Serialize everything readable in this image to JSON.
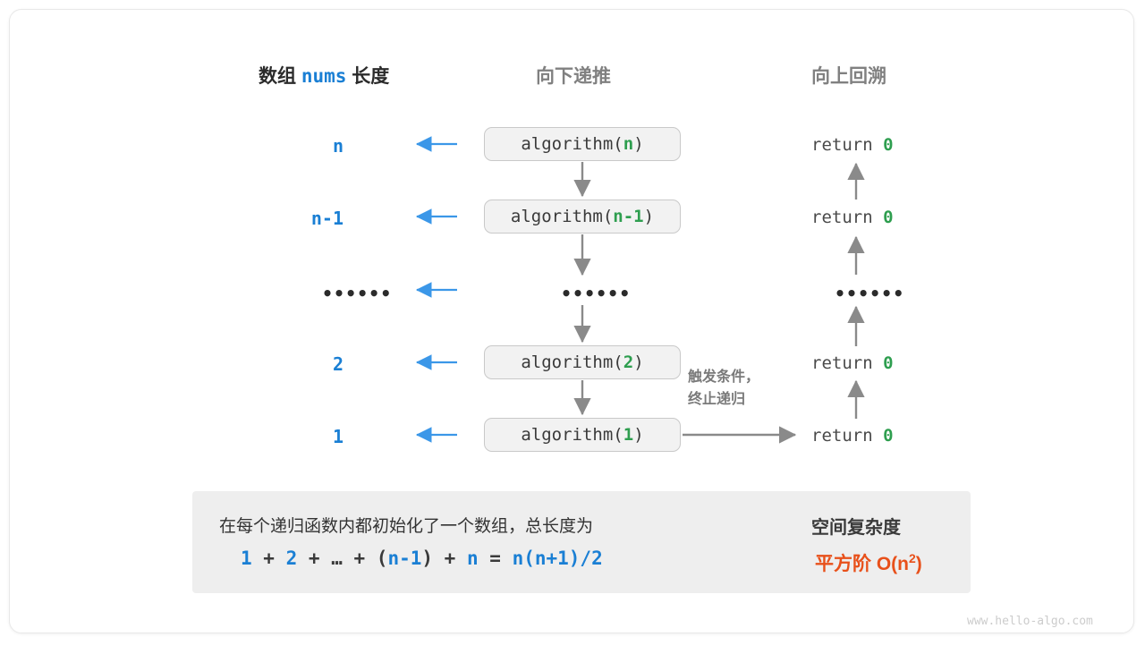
{
  "headers": {
    "left_prefix": "数组",
    "left_code": "nums",
    "left_suffix": "长度",
    "middle": "向下递推",
    "right": "向上回溯"
  },
  "rows": [
    {
      "size": "n",
      "call_prefix": "algorithm(",
      "call_arg": "n",
      "call_suffix": ")",
      "ret_text": "return ",
      "ret_value": "0"
    },
    {
      "size": "n-1",
      "call_prefix": "algorithm(",
      "call_arg": "n-1",
      "call_suffix": ")",
      "ret_text": "return ",
      "ret_value": "0"
    },
    {
      "size": "••••••",
      "call_prefix": "••••••",
      "call_arg": "",
      "call_suffix": "",
      "ret_text": "••••••",
      "ret_value": ""
    },
    {
      "size": "2",
      "call_prefix": "algorithm(",
      "call_arg": "2",
      "call_suffix": ")",
      "ret_text": "return ",
      "ret_value": "0"
    },
    {
      "size": "1",
      "call_prefix": "algorithm(",
      "call_arg": "1",
      "call_suffix": ")",
      "ret_text": "return ",
      "ret_value": "0"
    }
  ],
  "annotation": {
    "line1": "触发条件，",
    "line2": "终止递归"
  },
  "summary": {
    "description": "在每个递归函数内都初始化了一个数组，总长度为",
    "formula_tokens": [
      {
        "t": "1",
        "k": "b"
      },
      {
        "t": " + ",
        "k": "op"
      },
      {
        "t": "2",
        "k": "b"
      },
      {
        "t": " + ",
        "k": "op"
      },
      {
        "t": "…",
        "k": "op"
      },
      {
        "t": " + ",
        "k": "op"
      },
      {
        "t": "(",
        "k": "op"
      },
      {
        "t": "n-1",
        "k": "b"
      },
      {
        "t": ")",
        "k": "op"
      },
      {
        "t": " + ",
        "k": "op"
      },
      {
        "t": "n",
        "k": "b"
      },
      {
        "t": " = ",
        "k": "op"
      },
      {
        "t": "n(n+1)/2",
        "k": "b"
      }
    ],
    "result_title": "空间复杂度",
    "result_prefix": "平方阶 ",
    "result_notation": "O(n",
    "result_exponent": "2",
    "result_close": ")"
  },
  "watermark": "www.hello-algo.com",
  "colors": {
    "blue": "#1a7fd4",
    "green": "#2e9e4f",
    "orange": "#e8501a",
    "gray": "#808080",
    "box_fill": "#f2f2f2",
    "panel_fill": "#eeeeee"
  }
}
